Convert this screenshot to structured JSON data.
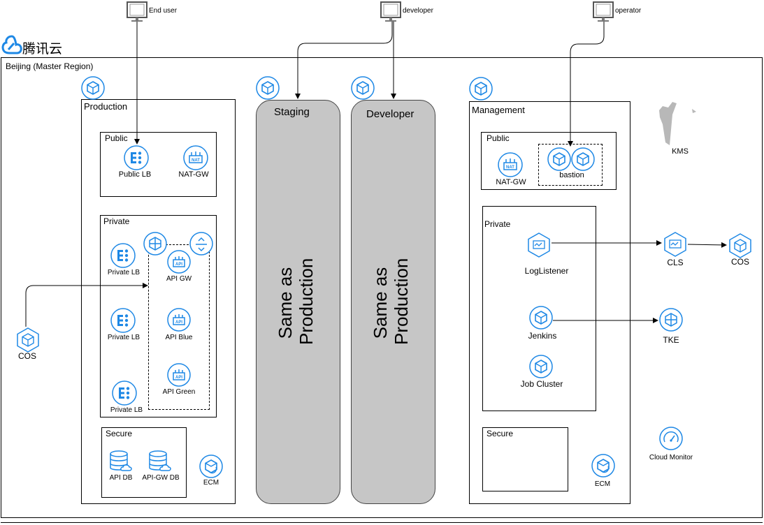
{
  "actors": {
    "end_user": "End user",
    "developer": "developer",
    "operator": "operator"
  },
  "brand": {
    "logo_text": "腾讯云"
  },
  "region": {
    "label": "Beijing  (Master Region)"
  },
  "production": {
    "title": "Production",
    "public": {
      "title": "Public",
      "public_lb": "Public LB",
      "nat_gw": "NAT-GW"
    },
    "private": {
      "title": "Private",
      "private_lb_1": "Private LB",
      "private_lb_2": "Private LB",
      "private_lb_3": "Private LB",
      "api_gw": "API GW",
      "api_blue": "API Blue",
      "api_green": "API Green"
    },
    "secure": {
      "title": "Secure",
      "api_db": "API DB",
      "api_gw_db": "API-GW DB"
    },
    "ecm": "ECM"
  },
  "staging": {
    "title": "Staging",
    "body": [
      "Same as",
      "Production"
    ]
  },
  "developer_env": {
    "title": "Developer",
    "body": [
      "Same as",
      "Production"
    ]
  },
  "management": {
    "title": "Management",
    "public": {
      "title": "Public",
      "nat_gw": "NAT-GW",
      "bastion": "bastion"
    },
    "private": {
      "title": "Private",
      "loglistener": "LogListener",
      "jenkins": "Jenkins",
      "job_cluster": "Job Cluster"
    },
    "secure": {
      "title": "Secure"
    },
    "ecm": "ECM"
  },
  "external": {
    "kms": "KMS",
    "cls": "CLS",
    "cos_right": "COS",
    "tke": "TKE",
    "cloud_monitor": "Cloud Monitor",
    "cos_left": "COS"
  },
  "colors": {
    "accent": "#1e88e5",
    "pill": "#c6c6c6",
    "line": "#000000"
  }
}
